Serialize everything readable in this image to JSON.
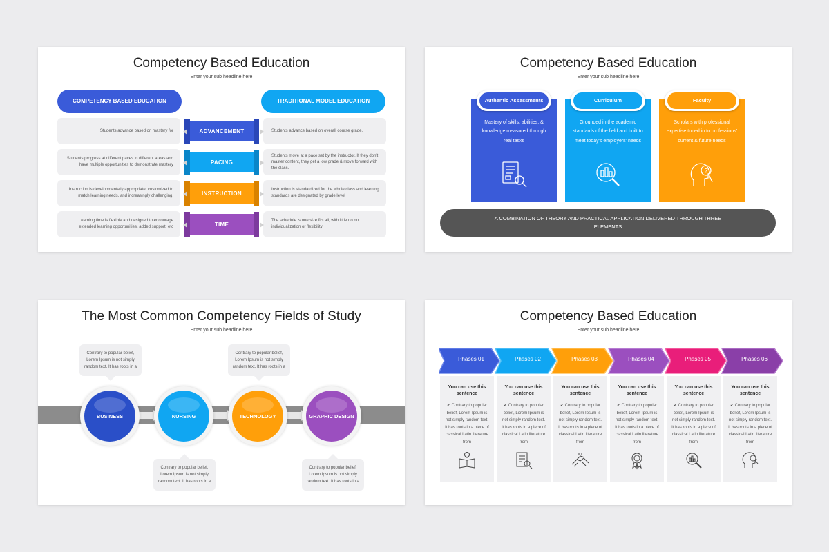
{
  "slide1": {
    "title": "Competency Based Education",
    "subtitle": "Enter your sub headline here",
    "left_header": "COMPETENCY BASED EDUCATION",
    "right_header": "TRADITIONAL MODEL EDUCATION",
    "rows": [
      {
        "label": "ADVANCEMENT",
        "color": "#3a5bd9",
        "left": "Students advance based on mastery for",
        "right": "Students advance based on overall course grade."
      },
      {
        "label": "PACING",
        "color": "#10a6f2",
        "left": "Students progress at different paces in different areas and have multiple opportunities to demonstrate mastery",
        "right": "Students move at a pace set by the instructor. If they don't master content, they get a low grade & move forward with the class."
      },
      {
        "label": "INSTRUCTION",
        "color": "#ff9f0a",
        "left": "Instruction is developmentally appropriate, customized to match learning needs, and increasingly challenging.",
        "right": "Instruction is standardized for the whole class and learning standards are designated by grade level"
      },
      {
        "label": "TIME",
        "color": "#9b4fbf",
        "left": "Learning time is flexible and designed to encourage extended learning opportunities, added support, etc",
        "right": "The schedule is one size fits all, with little do no individualization or flexibility"
      }
    ]
  },
  "slide2": {
    "title": "Competency Based Education",
    "subtitle": "Enter your sub headline here",
    "columns": [
      {
        "title": "Authentic Assessments",
        "color": "#3a5bd9",
        "text": "Mastery of skills, abilities, & knowledge measured through real tasks",
        "icon": "document-search-icon"
      },
      {
        "title": "Curriculum",
        "color": "#10a6f2",
        "text": "Grounded in the academic standards of the field and built to meet today's employers' needs",
        "icon": "chart-search-icon"
      },
      {
        "title": "Faculty",
        "color": "#ff9f0a",
        "text": "Scholars with professional expertise tuned in to professions' current & future needs",
        "icon": "head-question-icon"
      }
    ],
    "banner": "A COMBINATION OF THEORY AND PRACTICAL APPLICATION DELIVERED THROUGH THREE ELEMENTS"
  },
  "slide3": {
    "title": "The Most Common Competency Fields of Study",
    "subtitle": "Enter your sub headline here",
    "fields": [
      {
        "label": "BUSINESS",
        "color": "#2a4fc8",
        "note": "Contrary to popular belief, Lorem Ipsum is not simply random text. It has roots in a"
      },
      {
        "label": "NURSING",
        "color": "#10a6f2",
        "note": "Contrary to popular belief, Lorem Ipsum is not simply random text. It has roots in a"
      },
      {
        "label": "TECHNOLOGY",
        "color": "#ff9f0a",
        "note": "Contrary to popular belief, Lorem Ipsum is not simply random text. It has roots in a"
      },
      {
        "label": "GRAPHIC DESIGN",
        "color": "#9b4fbf",
        "note": "Contrary to popular belief, Lorem Ipsum is not simply random text. It has roots in a"
      }
    ]
  },
  "slide4": {
    "title": "Competency Based Education",
    "subtitle": "Enter your sub headline here",
    "phases": [
      {
        "label": "Phases 01",
        "color": "#3a5bd9",
        "heading": "You can use this sentence",
        "body": "✔ Contrary to popular belief, Lorem Ipsum is not simply random text. It has roots in a piece of classical Latin literature from",
        "icon": "book-idea-icon"
      },
      {
        "label": "Phases 02",
        "color": "#10a6f2",
        "heading": "You can use this sentence",
        "body": "✔ Contrary to popular belief, Lorem Ipsum is not simply random text. It has roots in a piece of classical Latin literature from",
        "icon": "document-search-icon"
      },
      {
        "label": "Phases 03",
        "color": "#ff9f0a",
        "heading": "You can use this sentence",
        "body": "✔ Contrary to popular belief, Lorem Ipsum is not simply random text. It has roots in a piece of classical Latin literature from",
        "icon": "handshake-icon"
      },
      {
        "label": "Phases 04",
        "color": "#9b4fbf",
        "heading": "You can use this sentence",
        "body": "✔ Contrary to popular belief, Lorem Ipsum is not simply random text. It has roots in a piece of classical Latin literature from",
        "icon": "award-badge-icon"
      },
      {
        "label": "Phases 05",
        "color": "#e91e7a",
        "heading": "You can use this sentence",
        "body": "✔ Contrary to popular belief, Lorem Ipsum is not simply random text. It has roots in a piece of classical Latin literature from",
        "icon": "chart-search-icon"
      },
      {
        "label": "Phases 06",
        "color": "#8a3fa8",
        "heading": "You can use this sentence",
        "body": "✔ Contrary to popular belief, Lorem Ipsum is not simply random text. It has roots in a piece of classical Latin literature from",
        "icon": "head-search-icon"
      }
    ]
  }
}
